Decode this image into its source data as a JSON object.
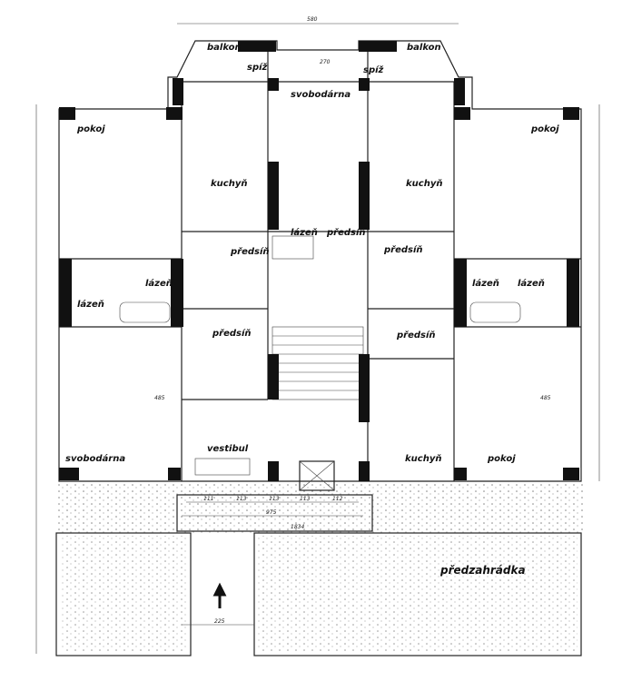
{
  "rooms": {
    "balkon_left": "balkon",
    "balkon_right": "balkon",
    "spiz_left": "spíž",
    "spiz_right": "spíž",
    "svobodarna_top": "svobodárna",
    "pokoj_top_left": "pokoj",
    "pokoj_top_right": "pokoj",
    "kuchyn_top_left": "kuchyň",
    "kuchyn_top_right": "kuchyň",
    "lazen_center": "lázeň",
    "predsin_center": "předsíň",
    "predsin_left_upper": "předsíň",
    "predsin_right_upper": "předsíň",
    "lazen_left_a": "lázeň",
    "lazen_left_b": "lázeň",
    "lazen_right_a": "lázeň",
    "lazen_right_b": "lázeň",
    "predsin_left_lower": "předsíň",
    "predsin_right_lower": "předsíň",
    "vestibul": "vestibul",
    "kuchyn_bottom_right": "kuchyň",
    "pokoj_bottom_right": "pokoj",
    "svobodarna_bottom_left": "svobodárna",
    "predzahradka": "předzahrádka"
  },
  "dimensions": {
    "top_width": "580",
    "center_top": "270",
    "entrance_total": "1834",
    "entrance_inner": "975",
    "entrance_segments": [
      "111",
      "113",
      "113",
      "113",
      "112"
    ],
    "garden_gap": "225",
    "left_depth": "485",
    "right_depth": "485"
  },
  "colors": {
    "ink": "#111111",
    "paper": "#ffffff"
  }
}
